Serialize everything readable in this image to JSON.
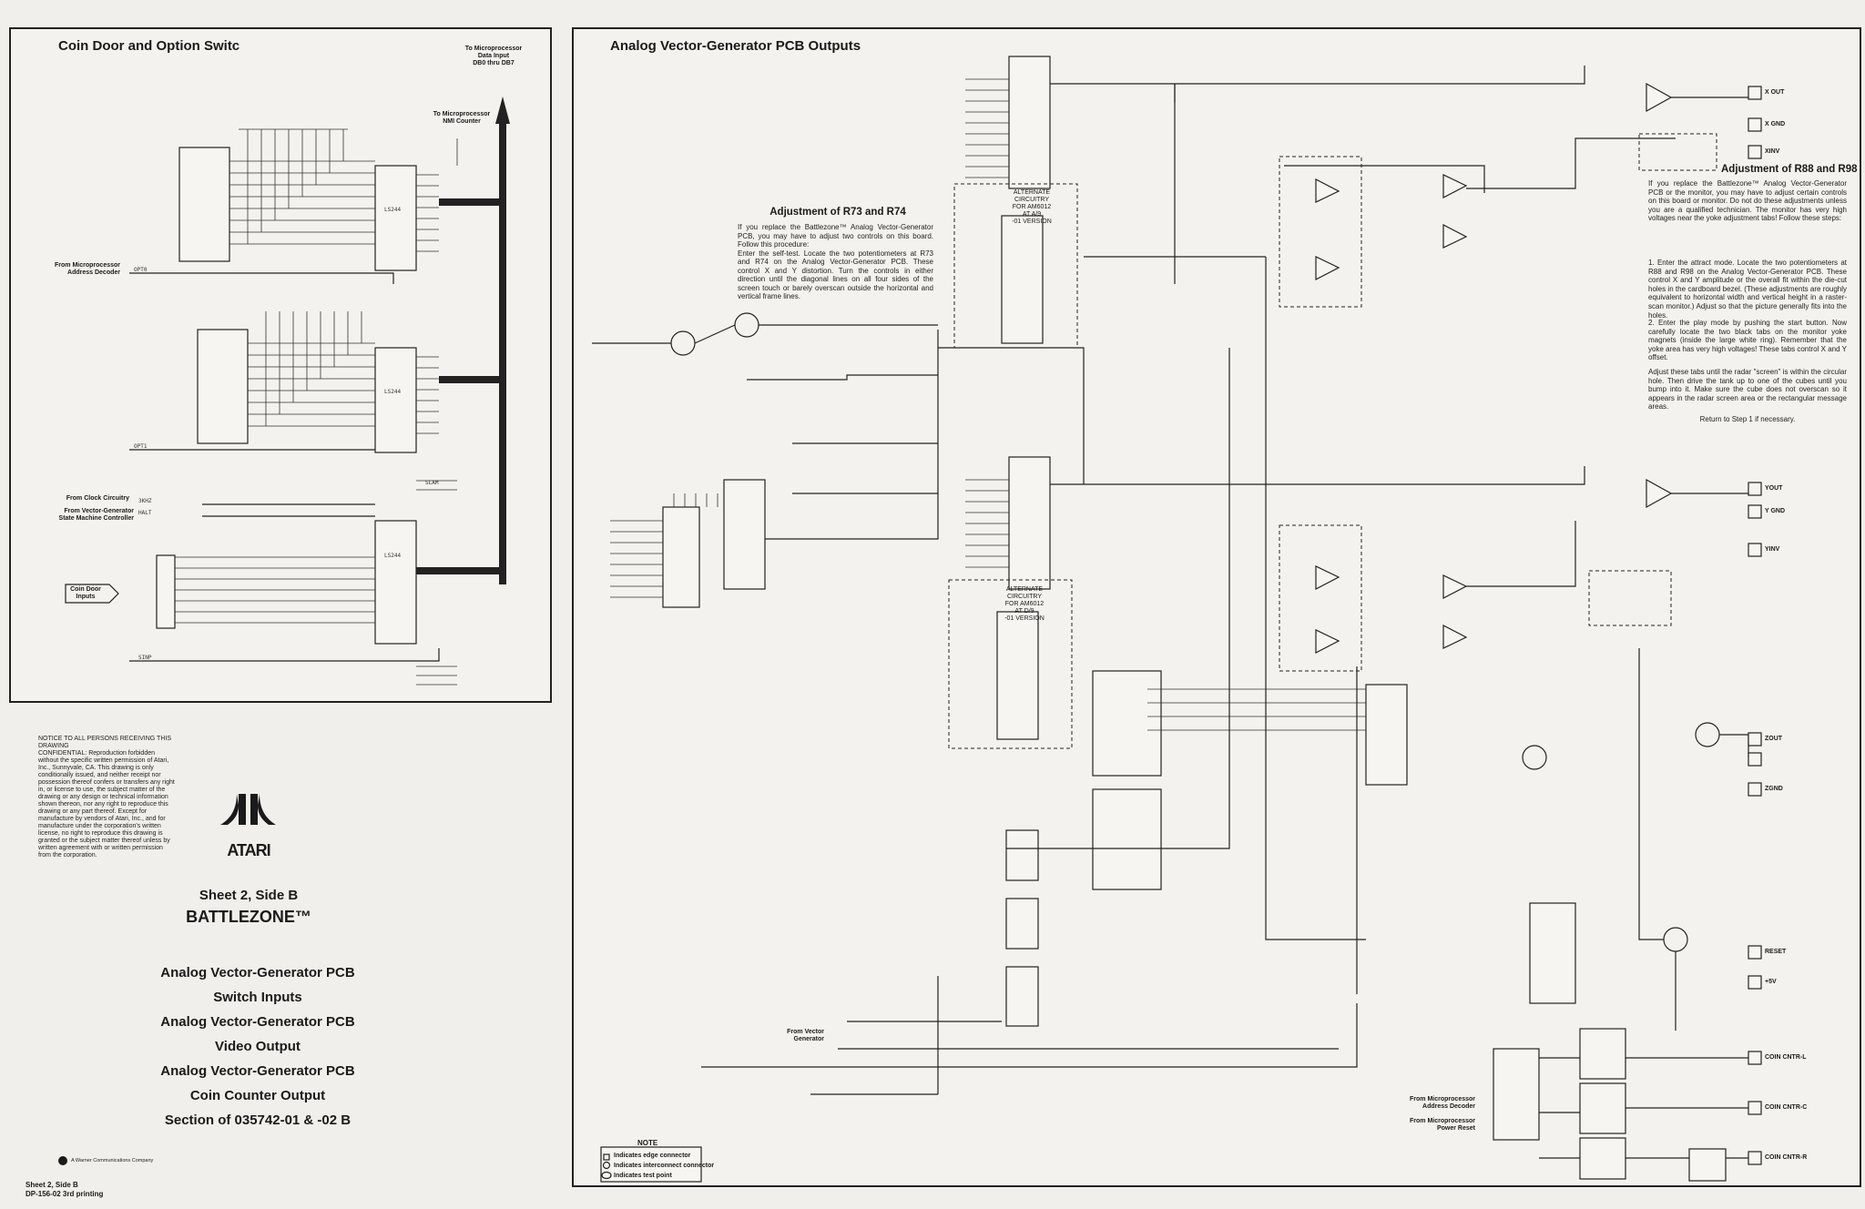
{
  "left_panel": {
    "title": "Coin Door and Option Switc",
    "to_microprocessor_data": "To Microprocessor\nData Input\nDB0 thru DB7",
    "to_microprocessor_nmi": "To Microprocessor\nNMI Counter",
    "from_address_decoder": "From Microprocessor\nAddress Decoder",
    "from_clock": "From Clock Circuitry",
    "from_state_machine": "From Vector-Generator\nState Machine Controller",
    "coin_door_inputs": "Coin Door\nInputs",
    "chip_labels": [
      "LS244",
      "LS244",
      "LS244"
    ],
    "signals": [
      "OPT0",
      "OPT1",
      "3KHZ",
      "HALT",
      "SINP",
      "SLAM"
    ]
  },
  "right_panel": {
    "title": "Analog Vector-Generator PCB Outputs",
    "adjust_r73": {
      "heading": "Adjustment of R73 and R74",
      "body": "If you replace the Battlezone™ Analog Vector-Generator PCB, you may have to adjust two controls on this board. Follow this procedure:\nEnter the self-test. Locate the two potentiometers at R73 and R74 on the Analog Vector-Generator PCB. These control X and Y distortion. Turn the controls in either direction until the diagonal lines on all four sides of the screen touch or barely overscan outside the horizontal and vertical frame lines."
    },
    "adjust_r88": {
      "heading": "Adjustment of R88 and R98",
      "intro": "If you replace the Battlezone™ Analog Vector-Generator PCB or the monitor, you may have to adjust certain controls on this board or monitor. Do not do these adjustments unless you are a qualified technician. The monitor has very high voltages near the yoke adjustment tabs! Follow these steps:",
      "step1": "1. Enter the attract mode. Locate the two potentiometers at R88 and R98 on the Analog Vector-Generator PCB. These control X and Y amplitude or the overall fit within the die-cut holes in the cardboard bezel. (These adjustments are roughly equivalent to horizontal width and vertical height in a raster-scan monitor.) Adjust so that the picture generally fits into the holes.",
      "step2": "2. Enter the play mode by pushing the start button. Now carefully locate the two black tabs on the monitor yoke magnets (inside the large white ring). Remember that the yoke area has very high voltages! These tabs control X and Y offset.",
      "step2b": "Adjust these tabs until the radar \"screen\" is within the circular hole. Then drive the tank up to one of the cubes until you bump into it. Make sure the cube does not overscan so it appears in the radar screen area or the rectangular message areas.",
      "step2c": "Return to Step 1 if necessary."
    },
    "alternate_1": "ALTERNATE\nCIRCUITRY\nFOR AM6012\nAT A/9\n-01 VERSION",
    "alternate_2": "ALTERNATE\nCIRCUITRY\nFOR AM6012\nAT D/9\n-01 VERSION",
    "from_vector_generator": "From Vector\nGenerator",
    "from_address_decoder": "From Microprocessor\nAddress Decoder",
    "from_power_reset": "From Microprocessor\nPower Reset",
    "outputs": [
      "X OUT",
      "X GND",
      "XINV",
      "YOUT",
      "Y GND",
      "YINV",
      "ZOUT",
      "ZGND",
      "RESET",
      "+5V",
      "COIN CNTR-L",
      "COIN CNTR-C",
      "COIN CNTR-R"
    ],
    "note": {
      "title": "NOTE",
      "items": [
        "Indicates edge connector",
        "Indicates interconnect connector",
        "Indicates test point"
      ]
    }
  },
  "notice": "NOTICE TO ALL PERSONS RECEIVING THIS DRAWING\nCONFIDENTIAL: Reproduction forbidden without the specific written permission of Atari, Inc., Sunnyvale, CA. This drawing is only conditionally issued, and neither receipt nor possession thereof confers or transfers any right in, or license to use, the subject matter of the drawing or any design or technical information shown thereon, nor any right to reproduce this drawing or any part thereof. Except for manufacture by vendors of Atari, Inc., and for manufacture under the corporation's written license, no right to reproduce this drawing is granted or the subject matter thereof unless by written agreement with or written permission from the corporation.",
  "logo_text": "ATARI",
  "sheet": "Sheet 2, Side B",
  "game": "BATTLEZONE™",
  "sections": [
    "Analog Vector-Generator PCB",
    "Switch Inputs",
    "Analog Vector-Generator PCB",
    "Video Output",
    "Analog Vector-Generator PCB",
    "Coin Counter Output",
    "Section of 035742-01 & -02   B"
  ],
  "warner": "A Warner Communications Company",
  "footer_sheet": "Sheet 2, Side B",
  "footer_print": "DP-156-02   3rd printing",
  "colors": {
    "ink": "#1a1a1a",
    "paper": "#f1efeb"
  }
}
